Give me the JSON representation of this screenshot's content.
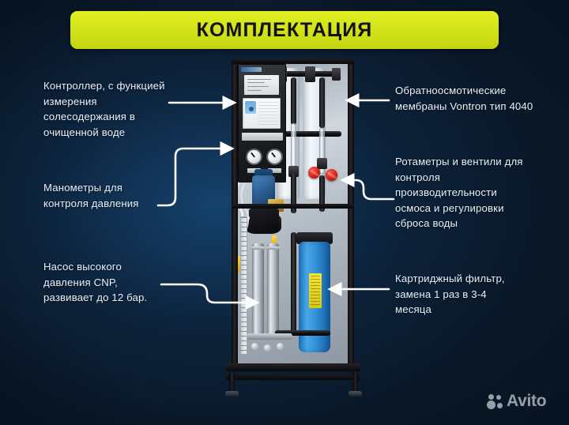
{
  "header": {
    "title": "КОМПЛЕКТАЦИЯ"
  },
  "callouts": {
    "left": [
      {
        "id": "controller",
        "text": "Контроллер, с функцией измерения солесодержания в очищенной воде"
      },
      {
        "id": "manometers",
        "text": "Манометры для контроля давления"
      },
      {
        "id": "pump",
        "text": "Насос высокого давления CNP, развивает до 12 бар."
      }
    ],
    "right": [
      {
        "id": "membranes",
        "text": "Обратноосмотические мембраны Vontron тип 4040"
      },
      {
        "id": "rotameters",
        "text": "Ротаметры и вентили для контроля производительности осмоса и регулировки сброса воды"
      },
      {
        "id": "cartridge",
        "text": "Картриджный фильтр, замена 1 раз в 3-4 месяца"
      }
    ]
  },
  "watermark": {
    "brand": "Avito"
  },
  "colors": {
    "title_bg": "#d6e619",
    "title_text": "#121212",
    "label_text": "#e9f2fb",
    "arrow": "#ffffff",
    "bg_dark": "#06121f",
    "bg_mid": "#14457a",
    "cartridge_blue": "#2f8ed4",
    "valve_red": "#c81a10",
    "label_yellow": "#e8d41b"
  },
  "equipment": {
    "alt": "Установка обратного осмоса на раме"
  }
}
